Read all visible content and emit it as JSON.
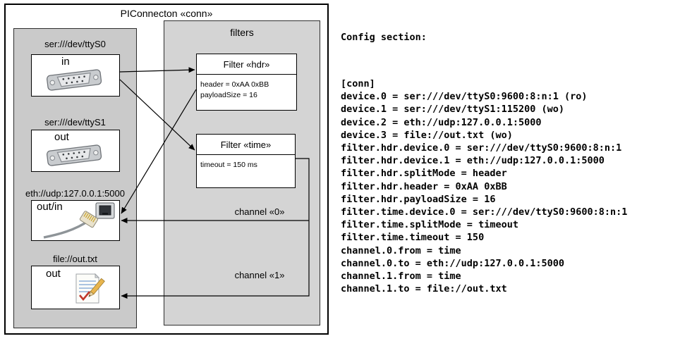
{
  "diagram": {
    "title": "PIConnecton «conn»",
    "devices_panel": {
      "devices": [
        {
          "label": "ser:///dev/ttyS0",
          "port": "in",
          "icon": "serial-port"
        },
        {
          "label": "ser:///dev/ttyS1",
          "port": "out",
          "icon": "serial-port"
        },
        {
          "label": "eth://udp:127.0.0.1:5000",
          "port": "out/in",
          "icon": "ethernet"
        },
        {
          "label": "file://out.txt",
          "port": "out",
          "icon": "document"
        }
      ]
    },
    "filters_panel": {
      "title": "filters",
      "filters": [
        {
          "title": "Filter «hdr»",
          "params": [
            "header = 0xAA 0xBB",
            "payloadSize = 16"
          ]
        },
        {
          "title": "Filter «time»",
          "params": [
            "timeout = 150 ms"
          ]
        }
      ],
      "channels": [
        {
          "label": "channel «0»"
        },
        {
          "label": "channel «1»"
        }
      ]
    }
  },
  "config": {
    "heading": "Config section:",
    "lines": [
      "[conn]",
      "device.0 = ser:///dev/ttyS0:9600:8:n:1 (ro)",
      "device.1 = ser:///dev/ttyS1:115200 (wo)",
      "device.2 = eth://udp:127.0.0.1:5000",
      "device.3 = file://out.txt (wo)",
      "filter.hdr.device.0 = ser:///dev/ttyS0:9600:8:n:1",
      "filter.hdr.device.1 = eth://udp:127.0.0.1:5000",
      "filter.hdr.splitMode = header",
      "filter.hdr.header = 0xAA 0xBB",
      "filter.hdr.payloadSize = 16",
      "filter.time.device.0 = ser:///dev/ttyS0:9600:8:n:1",
      "filter.time.splitMode = timeout",
      "filter.time.timeout = 150",
      "channel.0.from = time",
      "channel.0.to = eth://udp:127.0.0.1:5000",
      "channel.1.from = time",
      "channel.1.to = file://out.txt"
    ]
  },
  "colors": {
    "devices_panel_bg": "#cacaca",
    "filters_panel_bg": "#d4d4d4",
    "box_bg": "#ffffff",
    "border": "#000000"
  }
}
